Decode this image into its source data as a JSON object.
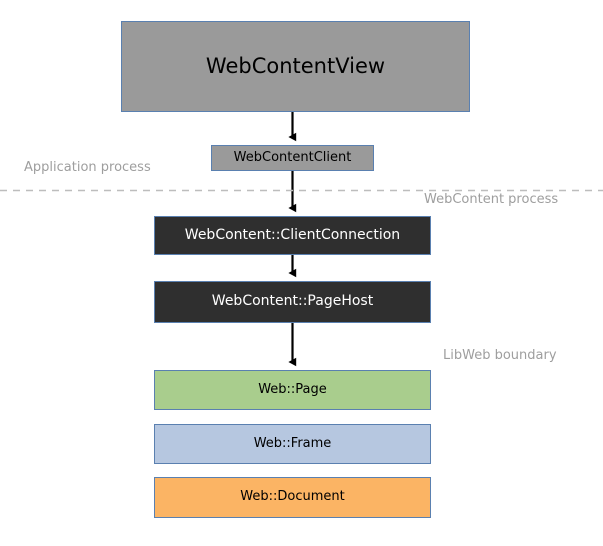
{
  "diagram": {
    "title": "WebContent architecture diagram",
    "background": "#ffffff",
    "nodes": [
      {
        "id": "webcontentview",
        "label": "WebContentView",
        "fill": "#9a9a9a",
        "text_color": "#000000",
        "border": "#5a80b0"
      },
      {
        "id": "webcontentclient",
        "label": "WebContentClient",
        "fill": "#9a9a9a",
        "text_color": "#000000",
        "border": "#5a80b0"
      },
      {
        "id": "clientconnection",
        "label": "WebContent::ClientConnection",
        "fill": "#2f2f2f",
        "text_color": "#ffffff",
        "border": "#5a80b0"
      },
      {
        "id": "pagehost",
        "label": "WebContent::PageHost",
        "fill": "#2f2f2f",
        "text_color": "#ffffff",
        "border": "#5a80b0"
      },
      {
        "id": "page",
        "label": "Web::Page",
        "fill": "#a9cd8d",
        "text_color": "#000000",
        "border": "#5a80b0"
      },
      {
        "id": "frame",
        "label": "Web::Frame",
        "fill": "#b6c7e0",
        "text_color": "#000000",
        "border": "#5a80b0"
      },
      {
        "id": "document",
        "label": "Web::Document",
        "fill": "#fbb464",
        "text_color": "#000000",
        "border": "#5a80b0"
      }
    ],
    "boundaries": [
      {
        "id": "process-divider",
        "style": "dashed",
        "color": "#bdbdbd"
      }
    ],
    "labels": {
      "application_process": "Application process",
      "webcontent_process": "WebContent process",
      "libweb_boundary": "LibWeb boundary",
      "label_color": "#9e9e9e"
    },
    "arrows": [
      {
        "from": "webcontentview",
        "to": "webcontentclient",
        "color": "#000000"
      },
      {
        "from": "webcontentclient",
        "to": "clientconnection",
        "color": "#000000"
      },
      {
        "from": "clientconnection",
        "to": "pagehost",
        "color": "#000000"
      },
      {
        "from": "pagehost",
        "to": "page",
        "color": "#000000"
      }
    ]
  }
}
